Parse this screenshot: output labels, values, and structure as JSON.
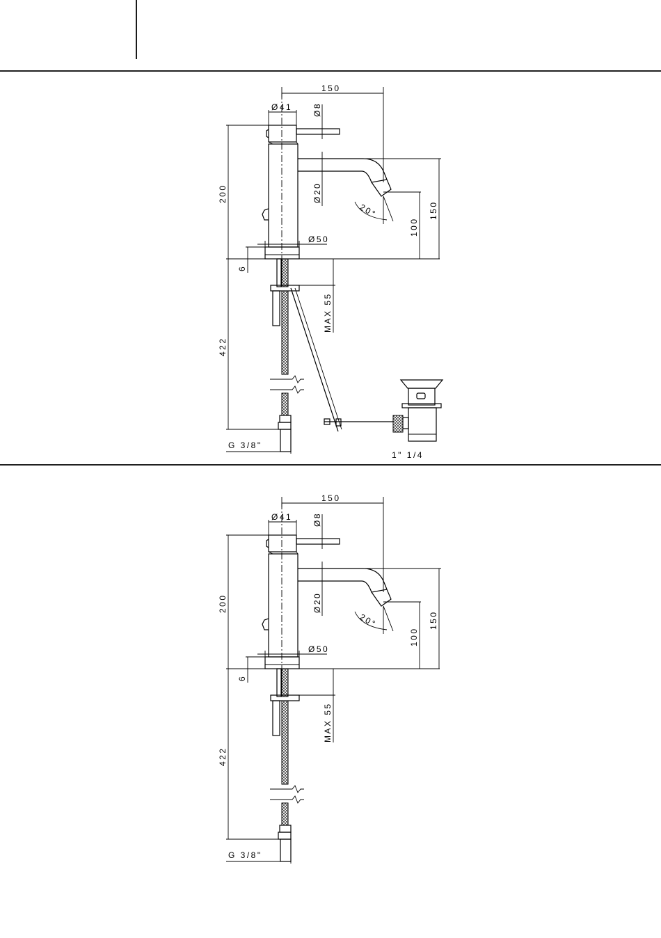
{
  "drawings": [
    {
      "labels": {
        "width_150": "150",
        "diam_41": "Ø41",
        "diam_8": "Ø8",
        "height_200": "200",
        "diam_20": "Ø20",
        "angle_20": "20°",
        "height_100": "100",
        "height_150": "150",
        "diam_50": "Ø50",
        "thick_6": "6",
        "max_55": "MAX 55",
        "length_422": "422",
        "thread": "G 3/8\"",
        "waste_size": "1\"  1/4"
      },
      "has_pop_up_waste": true
    },
    {
      "labels": {
        "width_150": "150",
        "diam_41": "Ø41",
        "diam_8": "Ø8",
        "height_200": "200",
        "diam_20": "Ø20",
        "angle_20": "20°",
        "height_100": "100",
        "height_150": "150",
        "diam_50": "Ø50",
        "thick_6": "6",
        "max_55": "MAX 55",
        "length_422": "422",
        "thread": "G 3/8\""
      },
      "has_pop_up_waste": false
    }
  ]
}
